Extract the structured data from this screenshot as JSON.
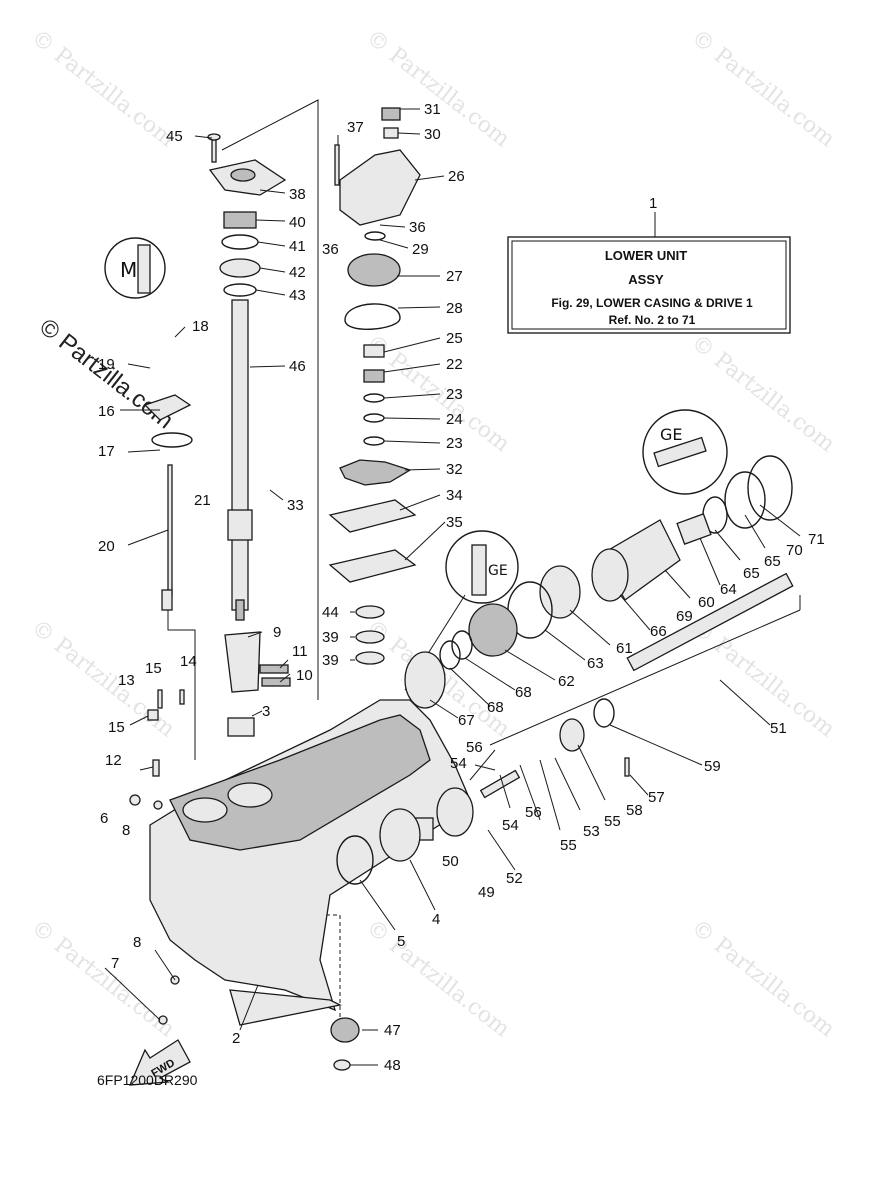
{
  "watermarks": {
    "main": "© Partzilla.com",
    "repeat": "© Partzilla.com"
  },
  "info_box": {
    "ref_number": "1",
    "line1": "LOWER UNIT",
    "line2": "ASSY",
    "line3": "Fig. 29, LOWER CASING & DRIVE 1",
    "line4": "Ref. No. 2 to 71"
  },
  "diagram_code": "6FP1200DR290",
  "fwd_label": "FWD",
  "callouts": [
    "1",
    "2",
    "3",
    "4",
    "5",
    "6",
    "7",
    "8",
    "8",
    "9",
    "10",
    "11",
    "12",
    "13",
    "14",
    "15",
    "15",
    "16",
    "17",
    "18",
    "19",
    "20",
    "21",
    "22",
    "23",
    "23",
    "24",
    "25",
    "26",
    "27",
    "28",
    "29",
    "30",
    "31",
    "32",
    "33",
    "34",
    "35",
    "36",
    "36",
    "37",
    "38",
    "39",
    "39",
    "40",
    "41",
    "42",
    "43",
    "44",
    "45",
    "46",
    "47",
    "48",
    "49",
    "50",
    "51",
    "52",
    "53",
    "54",
    "54",
    "55",
    "55",
    "56",
    "56",
    "57",
    "58",
    "59",
    "60",
    "61",
    "62",
    "63",
    "64",
    "65",
    "65",
    "66",
    "67",
    "68",
    "68",
    "69",
    "70",
    "71"
  ],
  "icons": [
    "sealant-tube-icon",
    "grease-tube-icon",
    "grease-tube-icon-2"
  ]
}
